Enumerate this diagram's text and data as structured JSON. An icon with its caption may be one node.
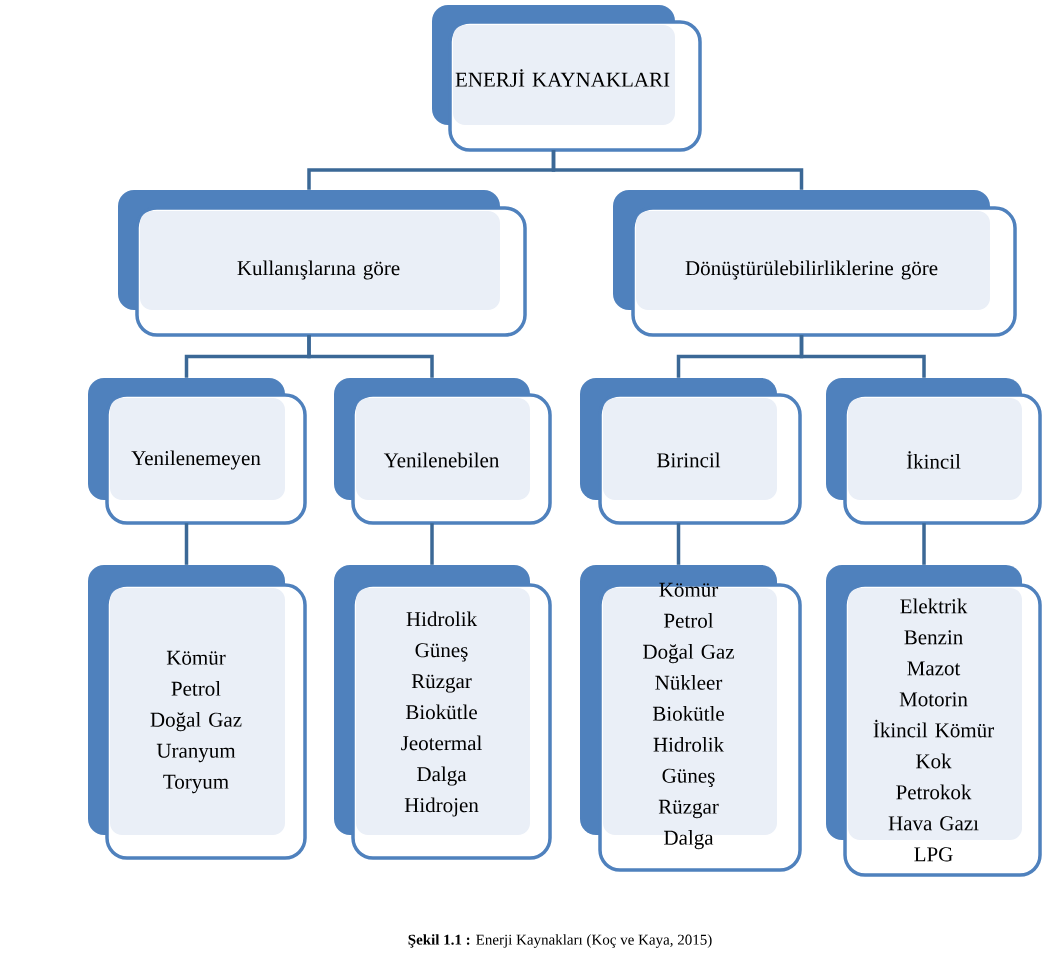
{
  "diagram": {
    "caption": "**Şekil 1.1 :** Enerji Kaynakları (Koç ve Kaya, 2015)",
    "nodes": [
      {
        "text": [
          "ENERJİ KAYNAKLARI"
        ]
      },
      {
        "text": [
          "Kullanışlarına göre"
        ]
      },
      {
        "text": [
          "Dönüştürülebilirliklerine göre"
        ]
      },
      {
        "text": [
          "Yenilenemeyen"
        ]
      },
      {
        "text": [
          "Yenilenebilen"
        ]
      },
      {
        "text": [
          "Birincil"
        ]
      },
      {
        "text": [
          "İkincil"
        ]
      },
      {
        "text": [
          "Kömür",
          "Petrol",
          "Doğal Gaz",
          "Uranyum",
          "Toryum"
        ]
      },
      {
        "text": [
          "Hidrolik",
          "Güneş",
          "Rüzgar",
          "Biokütle",
          "Jeotermal",
          "Dalga",
          "Hidrojen"
        ]
      },
      {
        "text": [
          "Kömür",
          "Petrol",
          "Doğal Gaz",
          "Nükleer",
          "Biokütle",
          "Hidrolik",
          "Güneş",
          "Rüzgar",
          "Dalga"
        ]
      },
      {
        "text": [
          "Elektrik",
          "Benzin",
          "Mazot",
          "Motorin",
          "İkincil Kömür",
          "Kok",
          "Petrokok",
          "Hava Gazı",
          "LPG"
        ]
      }
    ],
    "edges": [
      {
        "from": 0,
        "to": 1,
        "arrow": "none"
      },
      {
        "from": 0,
        "to": 2,
        "arrow": "none"
      },
      {
        "from": 1,
        "to": 3,
        "arrow": "none"
      },
      {
        "from": 1,
        "to": 4,
        "arrow": "none"
      },
      {
        "from": 2,
        "to": 5,
        "arrow": "none"
      },
      {
        "from": 2,
        "to": 6,
        "arrow": "none"
      },
      {
        "from": 3,
        "to": 7,
        "arrow": "none"
      },
      {
        "from": 4,
        "to": 8,
        "arrow": "none"
      },
      {
        "from": 5,
        "to": 9,
        "arrow": "none"
      },
      {
        "from": 6,
        "to": 10,
        "arrow": "none"
      }
    ]
  }
}
